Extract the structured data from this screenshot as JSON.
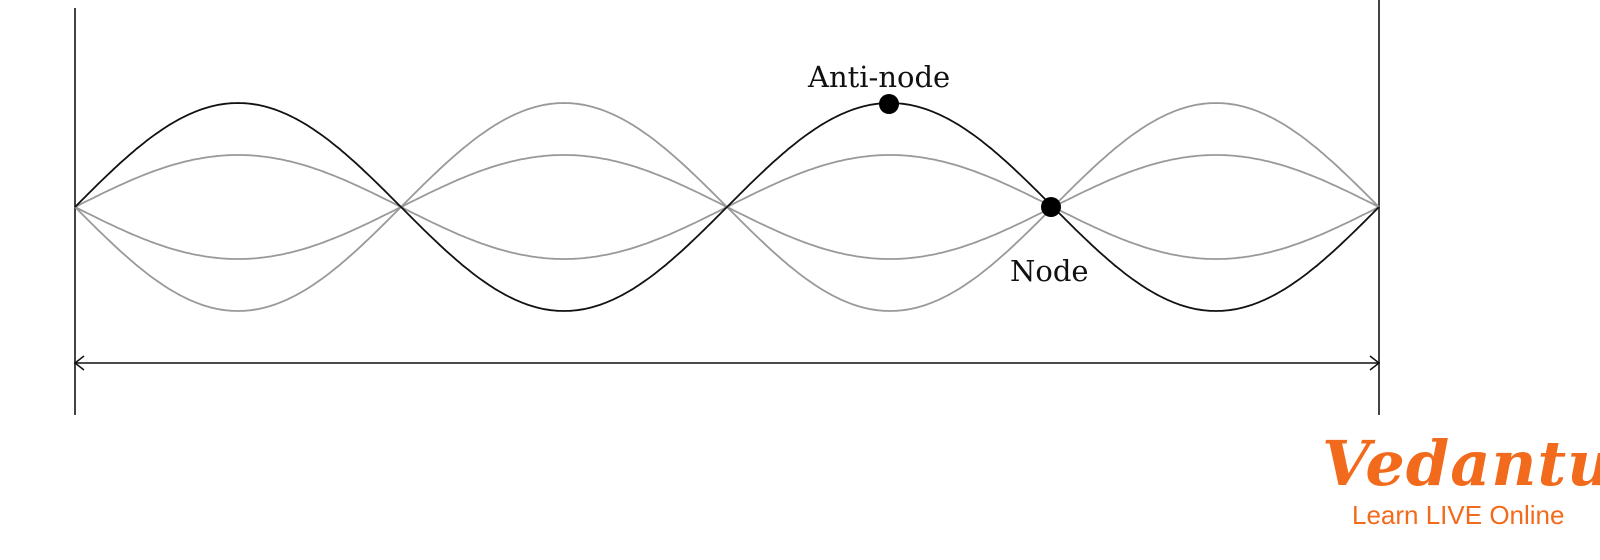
{
  "diagram": {
    "title": "Standing wave showing nodes and anti-nodes",
    "loops": 4,
    "labels": {
      "antinode": "Anti-node",
      "node": "Node"
    },
    "colors": {
      "primary_wave": "#111111",
      "secondary_waves": "#999999",
      "marker": "#000000"
    }
  },
  "logo": {
    "brand": "Vedantu",
    "tagline": "Learn LIVE Online",
    "color": "#f26a1b"
  }
}
